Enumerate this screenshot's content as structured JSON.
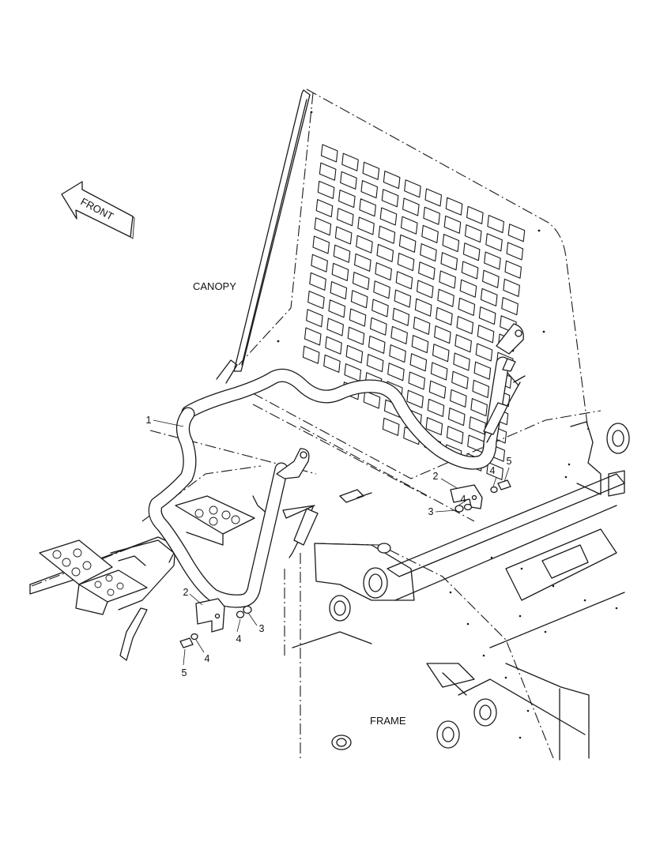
{
  "labels": {
    "front": "FRONT",
    "canopy": "CANOPY",
    "frame": "FRAME"
  },
  "callouts": {
    "c1": "1",
    "c2_left": "2",
    "c2_right": "2",
    "c3_left": "3",
    "c3_right": "3",
    "c4_left_a": "4",
    "c4_left_b": "4",
    "c4_right_a": "4",
    "c4_right_b": "4",
    "c5_left": "5",
    "c5_right": "5"
  }
}
